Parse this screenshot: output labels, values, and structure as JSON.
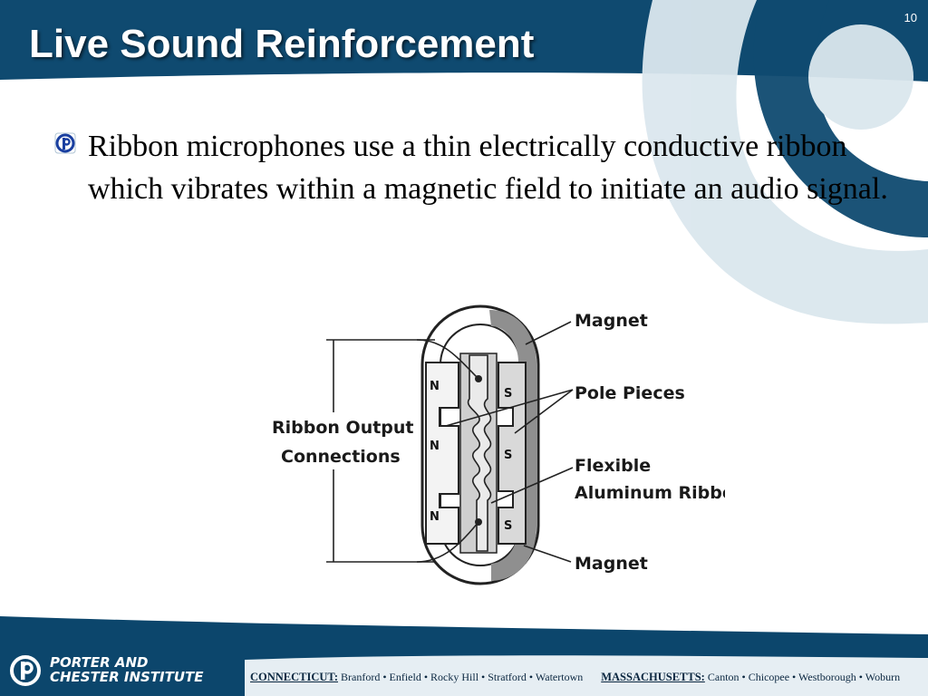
{
  "slide": {
    "title": "Live Sound Reinforcement",
    "number": "10"
  },
  "content": {
    "bullet": "Ribbon microphones use a thin electrically conductive ribbon which vibrates within a magnetic field to initiate an audio signal."
  },
  "diagram": {
    "label_magnet_top": "Magnet",
    "label_pole_pieces": "Pole  Pieces",
    "label_flexible": "Flexible",
    "label_aluminum_ribbon": "Aluminum  Ribbon",
    "label_magnet_bottom": "Magnet",
    "label_output_1": "Ribbon  Output",
    "label_output_2": "Connections",
    "pole_n": "N",
    "pole_s": "S"
  },
  "footer": {
    "brand_line1": "PORTER AND",
    "brand_line2": "CHESTER INSTITUTE",
    "state1": "CONNECTICUT:",
    "cities1": "Branford • Enfield • Rocky Hill • Stratford • Watertown",
    "state2": "MASSACHUSETTS:",
    "cities2": "Canton • Chicopee • Westborough • Woburn"
  },
  "colors": {
    "header_blue": "#0f4a70",
    "footer_blue": "#0c466c",
    "watermark": "#dbe7ee"
  }
}
